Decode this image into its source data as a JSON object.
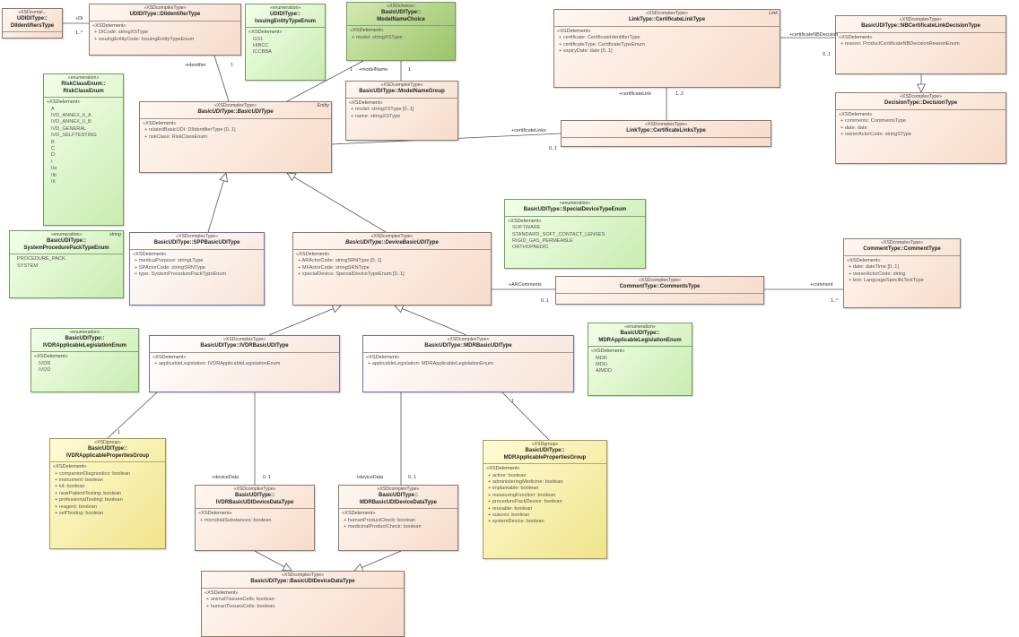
{
  "diagram": {
    "classes": [
      {
        "id": "did",
        "stereotype": "«XSDcompl...",
        "name": "UDIDIType::\nDIIdentifiersType",
        "sections": []
      },
      {
        "id": "diident",
        "stereotype": "«XSDcomplexType»",
        "name": "UDIDIType::DIIdentifierType",
        "sections": [
          {
            "title": "«XSDelement»",
            "items": [
              "+ DICode: stringXSType",
              "+ issuingEntityCode: IssuingEntityTypeEnum"
            ]
          }
        ]
      },
      {
        "id": "issuing",
        "stereotype": "«enumeration»",
        "name": "UDIDIType::\nIssuingEntityTypeEnum",
        "sections": [
          {
            "title": "«XSDelement»",
            "items": [
              "GS1",
              "HIBCC",
              "ICCBBA"
            ],
            "literal": true
          }
        ]
      },
      {
        "id": "modelchoice",
        "stereotype": "«XSDchoice»",
        "name": "BasicUDIType::\nModelNameChoice",
        "sections": [
          {
            "title": "«XSDelement»",
            "items": [
              "+ model: stringXSType"
            ]
          }
        ]
      },
      {
        "id": "riskclass",
        "stereotype": "«enumeration»",
        "name": "RiskClassEnum::\nRiskClassEnum",
        "sections": [
          {
            "title": "«XSDelement»",
            "items": [
              "A",
              "IVD_ANNEX_II_A",
              "IVD_ANNEX_II_B",
              "IVD_GENERAL",
              "IVD_SELFTESTING",
              "B",
              "C",
              "D",
              "I",
              "IIa",
              "IIb",
              "III"
            ],
            "literal": true
          }
        ]
      },
      {
        "id": "modelgroup",
        "stereotype": "«XSDcomplexType»",
        "name": "BasicUDIType::ModelNameGroup",
        "sections": [
          {
            "title": "«XSDelement»",
            "items": [
              "+ model: stringXSType [0..1]",
              "+ name: stringXSType"
            ]
          }
        ]
      },
      {
        "id": "basicudi",
        "stereotype": "«XSDcomplexType»",
        "name": "BasicUDIType::BasicUDIType",
        "italic": true,
        "note": "Entity",
        "sections": [
          {
            "title": "«XSDelement»",
            "items": [
              "+ relatedBasicUDI: DIIdentifierType [0..1]",
              "+ riskClass: RiskClassEnum"
            ]
          }
        ]
      },
      {
        "id": "linktype",
        "stereotype": "«XSDcomplexType»",
        "name": "LinkType::CertificateLinkType",
        "note": "Link",
        "sections": [
          {
            "title": "«XSDelement»",
            "items": [
              "+ certificate: CertificateIdentifierType",
              "+ certificateType: CertificateTypeEnum",
              "+ expiryDate: date [0..1]"
            ]
          }
        ]
      },
      {
        "id": "nbcert",
        "stereotype": "«XSDcomplexType»",
        "name": "BasicUDIType::NBCertificateLinkDecisionType",
        "sections": [
          {
            "title": "«XSDelement»",
            "items": [
              "+ reason: ProductCertificateNBDecisionReasonEnum"
            ]
          }
        ]
      },
      {
        "id": "decision",
        "stereotype": "«XSDcomplexType»",
        "name": "DecisionType::DecisionType",
        "sections": [
          {
            "title": "«XSDelement»",
            "items": [
              "+ comments: CommentsType",
              "+ date: date",
              "+ ownerActorCode: stringSType"
            ]
          }
        ]
      },
      {
        "id": "linkstype",
        "stereotype": "«XSDcomplexType»",
        "name": "LinkType::CertificateLinksType",
        "sections": []
      },
      {
        "id": "special",
        "stereotype": "«enumeration»",
        "name": "BasicUDIType::SpecialDeviceTypeEnum",
        "sections": [
          {
            "title": "«XSDelement»",
            "items": [
              "SOFTWARE",
              "STANDARD_SOFT_CONTACT_LENSES",
              "RIGID_GAS_PERMEABLE",
              "ORTHOPAEDIC"
            ],
            "literal": true
          }
        ]
      },
      {
        "id": "sysproc",
        "stereotype": "«enumeration»",
        "name": "BasicUDIType::\nSystemProcedurePackTypeEnum",
        "note": "string",
        "sections": [
          {
            "title": "",
            "items": [
              "PROCEDURE_PACK",
              "SYSTEM"
            ],
            "literal": true
          }
        ]
      },
      {
        "id": "spp",
        "stereotype": "«XSDcomplexType»",
        "name": "BasicUDIType::SPPBasicUDIType",
        "sections": [
          {
            "title": "«XSDelement»",
            "items": [
              "+ medicalPurpose: stringLType",
              "+ SPActorCode: stringSRNType",
              "+ type: SystemProcedurePackTypeEnum"
            ]
          }
        ]
      },
      {
        "id": "device",
        "stereotype": "«XSDcomplexType»",
        "name": "BasicUDIType::DeviceBasicUDIType",
        "italic": true,
        "sections": [
          {
            "title": "«XSDelement»",
            "items": [
              "+ ARActorCode: stringSRNType [0..1]",
              "+ MFActorCode: stringSRNType",
              "+ specialDevice: SpecialDeviceTypeEnum [0..1]"
            ]
          }
        ]
      },
      {
        "id": "comments",
        "stereotype": "«XSDcomplexType»",
        "name": "CommentType::CommentsType",
        "sections": []
      },
      {
        "id": "comment",
        "stereotype": "«XSDcomplexType»",
        "name": "CommentType::CommentType",
        "sections": [
          {
            "title": "«XSDelement»",
            "items": [
              "+ date: dateTime [0..1]",
              "+ ownerActorCode: string",
              "+ text: LanguageSpecificTextType"
            ]
          }
        ]
      },
      {
        "id": "ivdrleg",
        "stereotype": "«enumeration»",
        "name": "BasicUDIType::\nIVDRApplicableLegislationEnum",
        "sections": [
          {
            "title": "«XSDelement»",
            "items": [
              "IVDR",
              "IVDD"
            ],
            "literal": true
          }
        ]
      },
      {
        "id": "ivdrbasic",
        "stereotype": "«XSDcomplexType»",
        "name": "BasicUDIType::IVDRBasicUDIType",
        "sections": [
          {
            "title": "«XSDelement»",
            "items": [
              "+ applicableLegislation: IVDRApplicableLegislationEnum"
            ]
          }
        ]
      },
      {
        "id": "mdrbasic",
        "stereotype": "«XSDcomplexType»",
        "name": "BasicUDIType::MDRBasicUDIType",
        "sections": [
          {
            "title": "«XSDelement»",
            "items": [
              "+ applicableLegislation: MDRApplicableLegislationEnum"
            ]
          }
        ]
      },
      {
        "id": "mdrleg",
        "stereotype": "«enumeration»",
        "name": "BasicUDIType::\nMDRApplicableLegislationEnum",
        "sections": [
          {
            "title": "«XSDelement»",
            "items": [
              "MDR",
              "MDD",
              "AIMDD"
            ],
            "literal": true
          }
        ]
      },
      {
        "id": "ivdrgroup",
        "stereotype": "«XSDgroup»",
        "name": "BasicUDIType::\nIVDRApplicablePropertiesGroup",
        "sections": [
          {
            "title": "«XSDelement»",
            "items": [
              "+ companionDiagnostics: boolean",
              "+ instrument: boolean",
              "+ kit: boolean",
              "+ nearPatientTesting: boolean",
              "+ professionalTesting: boolean",
              "+ reagent: boolean",
              "+ selfTesting: boolean"
            ]
          }
        ]
      },
      {
        "id": "ivdrdata",
        "stereotype": "«XSDcomplexType»",
        "name": "BasicUDIType::\nIVDRBasicUDIDeviceDataType",
        "sections": [
          {
            "title": "«XSDelement»",
            "items": [
              "+ microbialSubstances: boolean"
            ]
          }
        ]
      },
      {
        "id": "mdrdata",
        "stereotype": "«XSDcomplexType»",
        "name": "BasicUDIType::\nMDRBasicUDIDeviceDataType",
        "sections": [
          {
            "title": "«XSDelement»",
            "items": [
              "+ humanProductCheck: boolean",
              "+ medicinalProductCheck: boolean"
            ]
          }
        ]
      },
      {
        "id": "mdrgroup",
        "stereotype": "«XSDgroup»",
        "name": "BasicUDIType::\nMDRApplicablePropertiesGroup",
        "sections": [
          {
            "title": "«XSDelement»",
            "items": [
              "+ active: boolean",
              "+ administeringMedicine: boolean",
              "+ implantable: boolean",
              "+ measuringFunction: boolean",
              "+ procedurePackDevice: boolean",
              "+ reusable: boolean",
              "+ sutures: boolean",
              "+ systemDevice: boolean"
            ]
          }
        ]
      },
      {
        "id": "devicedata",
        "stereotype": "«XSDcomplexType»",
        "name": "BasicUDIType::BasicUDIDeviceDataType",
        "sections": [
          {
            "title": "«XSDelement»",
            "items": [
              "+ animalTissuesCells: boolean",
              "+ humanTissuesCells: boolean"
            ]
          }
        ]
      }
    ],
    "relations": [
      {
        "from": "diident",
        "to": "did",
        "kind": "association",
        "labels": [
          "+DI",
          "1..*"
        ]
      },
      {
        "from": "basicudi",
        "to": "diident",
        "kind": "association",
        "labels": [
          "+identifier",
          "1"
        ]
      },
      {
        "from": "basicudi",
        "to": "modelchoice",
        "kind": "association",
        "labels": [
          "1"
        ]
      },
      {
        "from": "modelchoice",
        "to": "modelgroup",
        "kind": "association",
        "labels": [
          "+modelName",
          "1"
        ]
      },
      {
        "from": "basicudi",
        "to": "linkstype",
        "kind": "association",
        "labels": [
          "+certificateLinks",
          "0..1"
        ]
      },
      {
        "from": "linkstype",
        "to": "linktype",
        "kind": "association",
        "labels": [
          "+certificateLink",
          "1..2"
        ]
      },
      {
        "from": "linktype",
        "to": "nbcert",
        "kind": "association",
        "labels": [
          "+certificateNBDecision",
          "0..1"
        ]
      },
      {
        "from": "nbcert",
        "to": "decision",
        "kind": "generalization",
        "labels": []
      },
      {
        "from": "spp",
        "to": "basicudi",
        "kind": "generalization",
        "labels": []
      },
      {
        "from": "device",
        "to": "basicudi",
        "kind": "generalization",
        "labels": []
      },
      {
        "from": "device",
        "to": "comments",
        "kind": "association",
        "labels": [
          "+ARComments",
          "0..1"
        ]
      },
      {
        "from": "comments",
        "to": "comment",
        "kind": "association",
        "labels": [
          "+comment",
          "1..*"
        ]
      },
      {
        "from": "ivdrbasic",
        "to": "device",
        "kind": "generalization",
        "labels": []
      },
      {
        "from": "mdrbasic",
        "to": "device",
        "kind": "generalization",
        "labels": []
      },
      {
        "from": "ivdrbasic",
        "to": "ivdrgroup",
        "kind": "association",
        "labels": [
          "1"
        ]
      },
      {
        "from": "ivdrbasic",
        "to": "ivdrdata",
        "kind": "association",
        "labels": [
          "+deviceData",
          "0..1"
        ]
      },
      {
        "from": "mdrbasic",
        "to": "mdrdata",
        "kind": "association",
        "labels": [
          "+deviceData",
          "0..1"
        ]
      },
      {
        "from": "mdrbasic",
        "to": "mdrgroup",
        "kind": "association",
        "labels": [
          "1"
        ]
      },
      {
        "from": "ivdrdata",
        "to": "devicedata",
        "kind": "generalization",
        "labels": []
      },
      {
        "from": "mdrdata",
        "to": "devicedata",
        "kind": "generalization",
        "labels": []
      }
    ]
  }
}
